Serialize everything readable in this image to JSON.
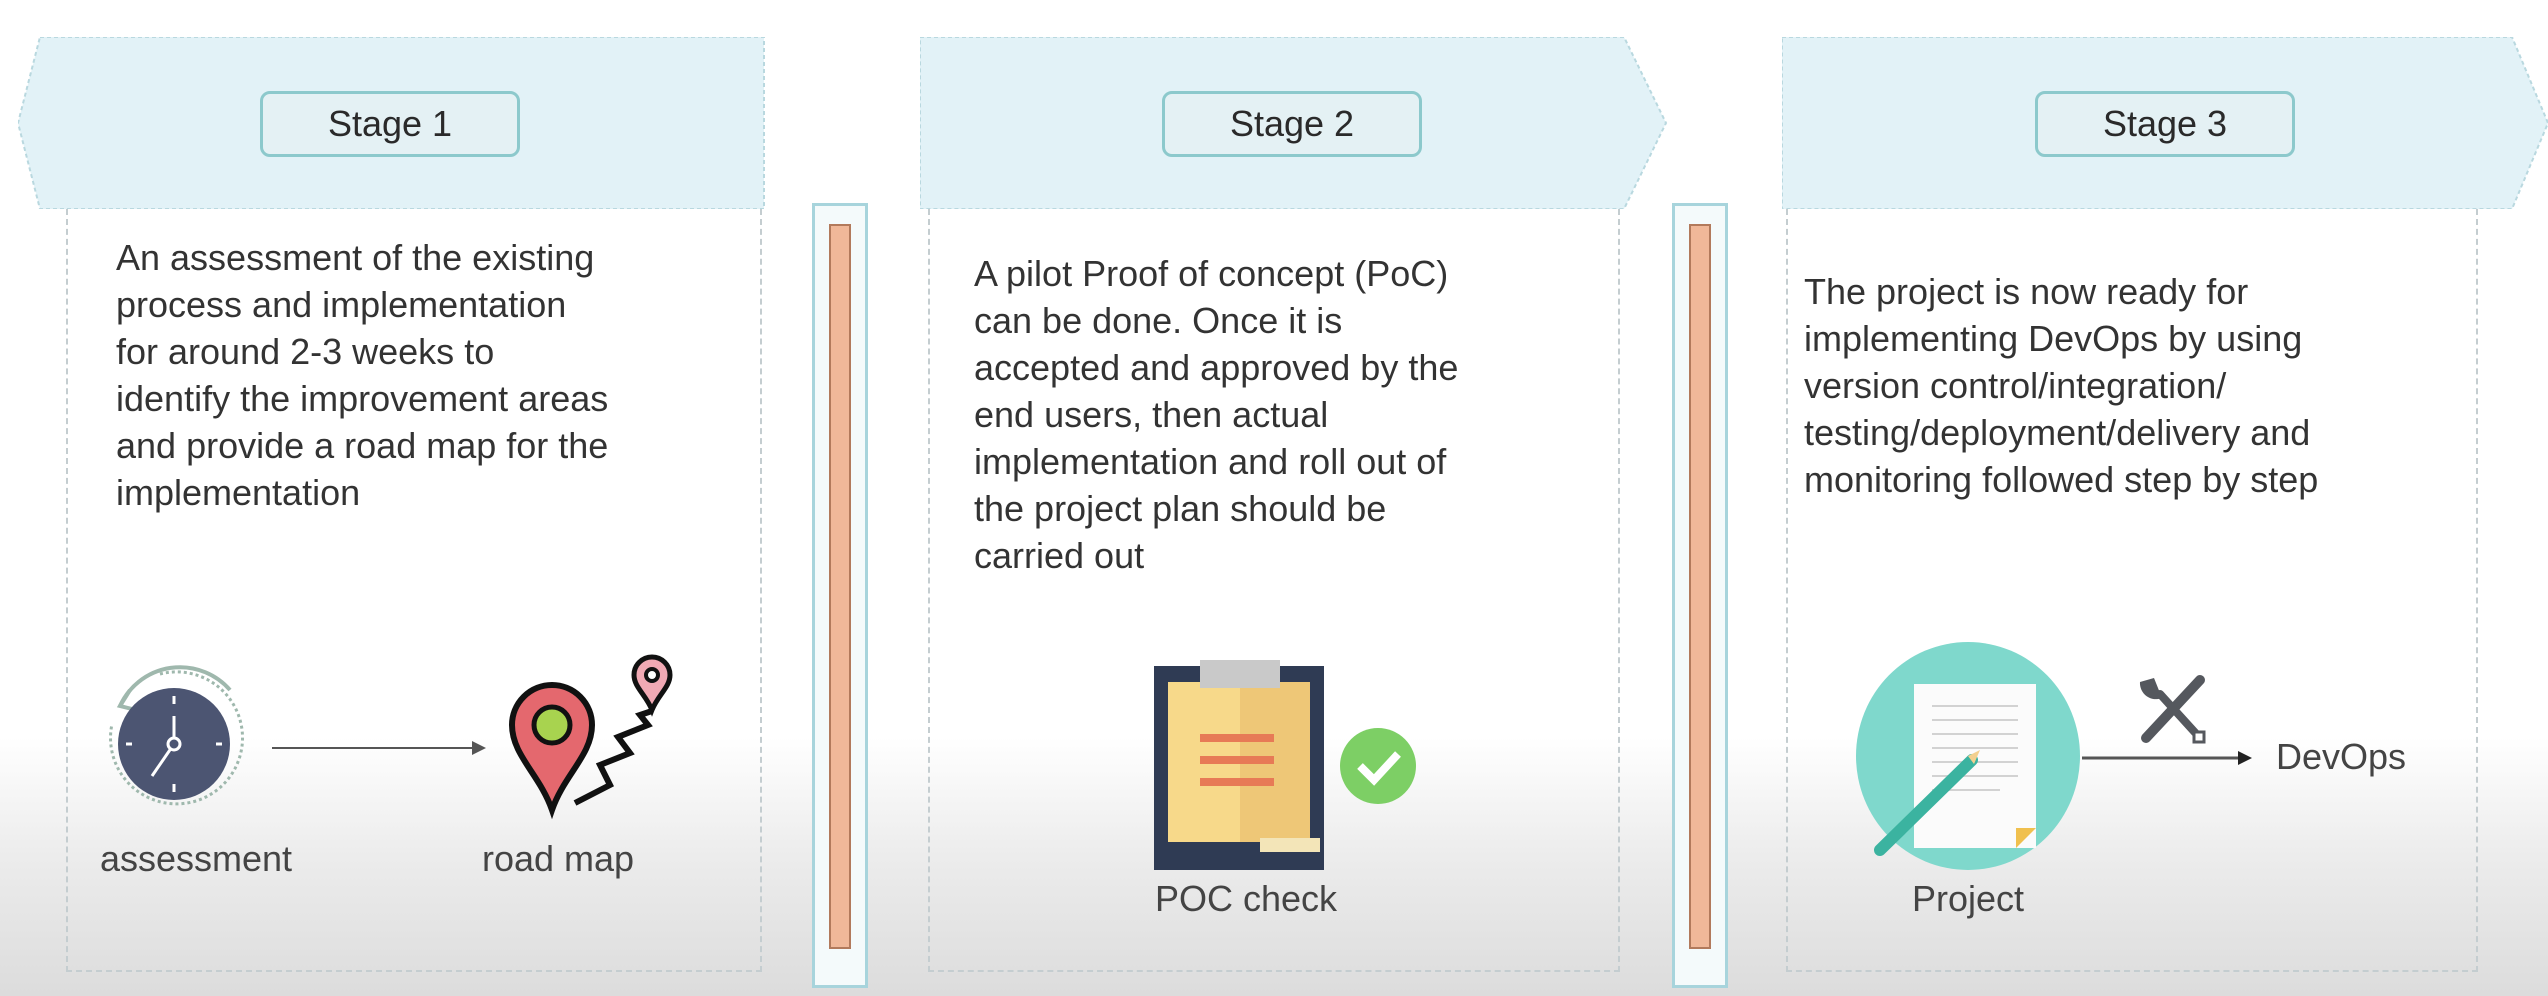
{
  "stages": [
    {
      "label": "Stage 1",
      "description": "An assessment of the existing\nprocess and implementation\nfor around 2-3 weeks to\nidentify the improvement areas\nand provide a road map for the\nimplementation",
      "icons": [
        {
          "name": "clock-icon",
          "caption": "assessment"
        },
        {
          "name": "map-pin-icon",
          "caption": "road map"
        }
      ]
    },
    {
      "label": "Stage 2",
      "description": "A pilot Proof of concept (PoC)\ncan be done. Once it is\naccepted and approved by the\nend users, then actual\nimplementation and roll out of\nthe project plan should be\ncarried out",
      "icons": [
        {
          "name": "clipboard-check-icon",
          "caption": "POC check"
        }
      ]
    },
    {
      "label": "Stage 3",
      "description": "The project is now ready for\nimplementing DevOps by using\nversion control/integration/\ntesting/deployment/delivery and\nmonitoring followed step by step",
      "icons": [
        {
          "name": "document-icon",
          "caption": "Project"
        },
        {
          "name": "tools-icon",
          "caption": "DevOps"
        }
      ]
    }
  ],
  "colors": {
    "header_fill": "#e2f2f7",
    "pill_border": "#8cc9cc",
    "divider_fill": "#f0b899",
    "accent_teal": "#7fd8cc"
  }
}
